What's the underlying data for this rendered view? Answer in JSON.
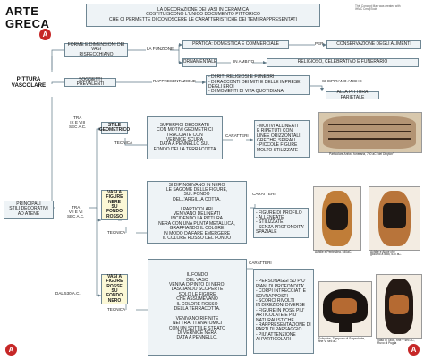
{
  "header": {
    "title": "ARTE\nGRECA",
    "subtitle": "PITTURA\nVASCOLARE",
    "intro": "LA DECORAZIONE DEI  VASI IN CERAMICA\nCOSTITUISCONO L'UNICO DOCUMENTO PITTORICO\nCHE CI PERMETTE DI  CONOSCERE LE CARATTERISTICHE DEI TEMI RAPPRESENTATI",
    "credit": "This Concept Map was created with\nIHMC CmapTools"
  },
  "nodes": {
    "forme": "FORME E DIMENSIONI DEI VASI\nRISPECCHIANO",
    "la_funzione": "LA FUNZIONE",
    "pratica": "PRATICA: DOMESTICA E COMMERCIALE",
    "per": "PER",
    "conservazione": "CONSERVAZIONE DEGLI ALIMENTI",
    "ornamentale": "ORNAMENTALE",
    "in_ambito": "IN AMBITO",
    "religioso": "RELIGIOSO, CELEBRATIVO E FUNERARIO",
    "soggetti": "SOGGETTI PREVALENTI",
    "rappresentazione": "RAPPRESENTAZIONE",
    "soggetti_list": "- DI RITI RELIGIOSI E FUNEBRI\n- DI RACCONTI  DEI MITI E DELLE IMPRESE DEGLI EROI\n- DI MOMENTI DI VITA QUOTIDIANA",
    "si_ispirano": "SI ISPIRANO ANCHE",
    "pittura_parietale": "ALLA PITTURA PARIETALE",
    "principali_stili": "PRINCIPALI\nSTILI DECORATIVI\nAD ATENE",
    "tra_ix_viii": "TRA\nIX E VIII\nSEC A.C.",
    "stile_geometrico": "STILE\nGEOMETRICO",
    "tecnica": "TECNICA",
    "geometrico_desc": "SUPERFICI DECORATE\nCON MOTIVI GEOMETRICI\nTRACCIATE CON\nVERNICE SCURA\nDATA A PENNELLO SUL\nFONDO DELLA TERRACOTTA",
    "caratteri": "CARATTERI",
    "geometrico_car": "- MOTIVI ALLINEATI\n  E RIPETUTI CON\n  LINEE ORIZZONTALI,\n  GRECHE, SPIRALI\n- PICCOLE FIGURE\n  MOLTO STILIZZATE",
    "tra_vii_vi": "TRA\nVII E VI\nSEC A.C.",
    "figure_nere": "VASI A\nFIGURE\nNERE\nSU FONDO\nROSSO",
    "nere_desc": "SI DIPINGEVANO IN NERO\nLE SAGOME DELLE FIGURE,\nSUL FONDO\nDELL'ARGILLA COTTA.\n\nI PARTICOLARI\nVENIVANO DELINEATI\nINCIDENDO LA PITTURA\nNERA CON UNA PUNTA METALLICA,\nGRAFFIANDO IL COLORE\nIN MODO DA FARE EMERGERE\nIL COLORE ROSSO DEL FONDO",
    "nere_car": "- FIGURE DI PROFILO\n- ALLENEATE\n- STILIZZATE\n- SENZA PROFONDITA' SPAZIALE",
    "dal_530": "DAL 530 A.C.",
    "figure_rosse": "VASI A\nFIGURE\nROSSE\nSU FONDO\nNERO",
    "rosse_desc": "IL FONDO\nDEL VASO\nVENIVA DIPINTO DI NERO,\nLASCIANDO SCOPERTE\nSOLO LE FIGURE\nCHE ASSUMEVANO\nIL COLORE ROSSO\nDELLA TERRACOTTA.\n\nVENIVANO RIFINITE\nNEI TRATTI ANATOMICI\nCON UN SOTTILE STRATO\nDI VERNICE NERA\nDATA A PENNELLO.",
    "rosse_car": "- PERSONAGGI SU PIU'\n  PIANI DI PROFONDITA'\n- CORPI INTRECCIATI E\n  SOVRAPPOSTI\n- SCORCI RIVOLTI\n  IN DIREZIONI DIVERSE\n- FIGURE IN POSE PIU'\n  ARTICOLATE E PIU' NATURALISTICHE\n- RAPPRESENTAZIONE DI\n  PARTI DI PAESAGGIO\n- PIU' ATTENZIONE\n  AI PARTICOLARI"
  },
  "captions": {
    "anfora": "Particolare Anfora funeraria, 750 aC \"del Dipylon\"",
    "achille_pentesilea": "Achille e Pentesilea, 540aC.",
    "achille_aiace": "Achille e Aiace che\ngiocano a dadi, 530 aC.",
    "eufronios": "Eufronios, Trasporto di Sarpedonte,\nfine VI sec aC",
    "vaso_talos": "Vaso di Talos, fine V sec aC, Ruvo di Puglia"
  },
  "logo_letter": "A",
  "colors": {
    "box_fill": "#eef3f6",
    "box_border": "#6f8794",
    "highlight_fill": "#fbf8d6",
    "line": "#5f7886",
    "logo": "#c62727"
  }
}
